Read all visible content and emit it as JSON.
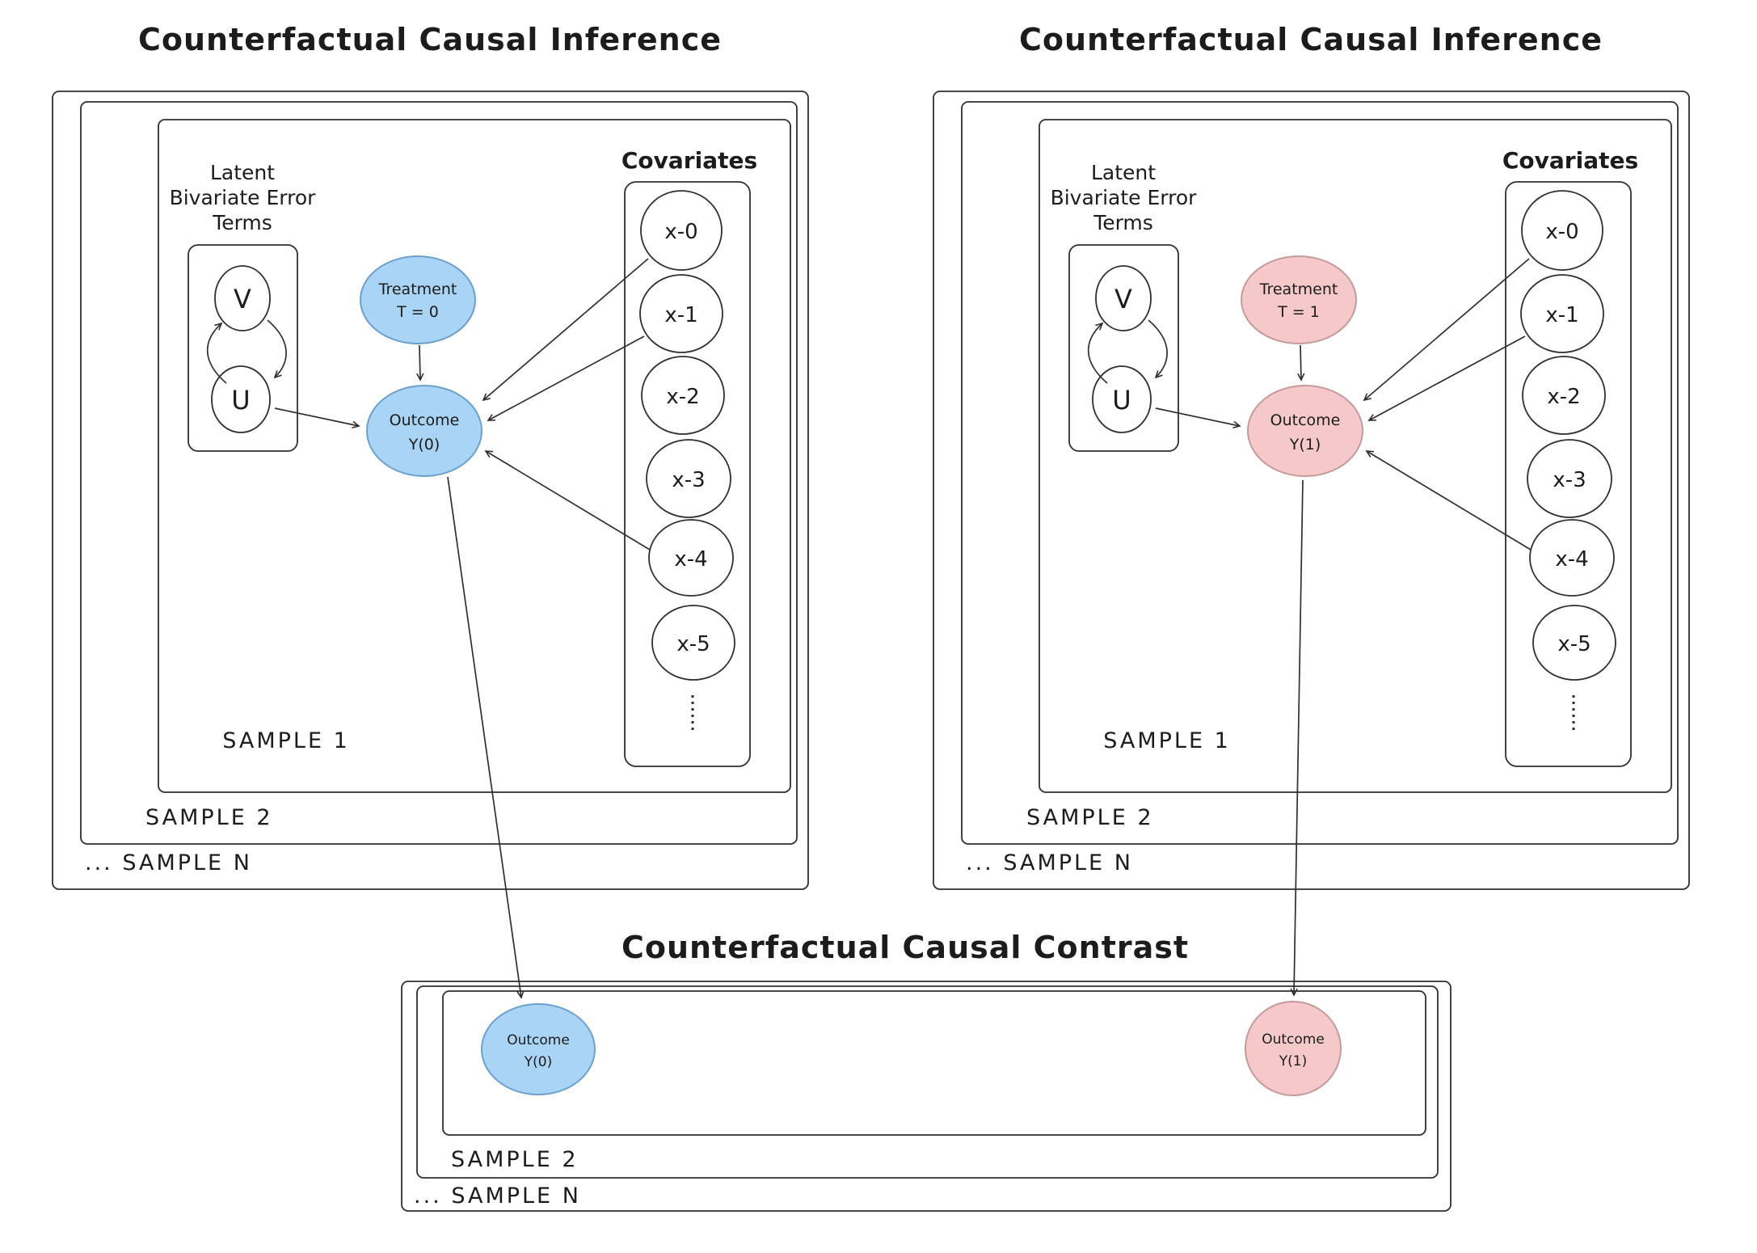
{
  "titles": {
    "left": "Counterfactual Causal Inference",
    "right": "Counterfactual Causal Inference",
    "contrast": "Counterfactual Causal Contrast"
  },
  "panel_left": {
    "latent_label": [
      "Latent",
      "Bivariate Error",
      "Terms"
    ],
    "nodes": {
      "v": "V",
      "u": "U",
      "treatment": [
        "Treatment",
        "T = 0"
      ],
      "outcome": [
        "Outcome",
        "Y(0)"
      ]
    },
    "covariates": {
      "label": "Covariates",
      "items": [
        "x-0",
        "x-1",
        "x-2",
        "x-3",
        "x-4",
        "x-5"
      ]
    },
    "samples": [
      "SAMPLE 1",
      "SAMPLE 2",
      "... SAMPLE N"
    ]
  },
  "panel_right": {
    "latent_label": [
      "Latent",
      "Bivariate Error",
      "Terms"
    ],
    "nodes": {
      "v": "V",
      "u": "U",
      "treatment": [
        "Treatment",
        "T = 1"
      ],
      "outcome": [
        "Outcome",
        "Y(1)"
      ]
    },
    "covariates": {
      "label": "Covariates",
      "items": [
        "x-0",
        "x-1",
        "x-2",
        "x-3",
        "x-4",
        "x-5"
      ]
    },
    "samples": [
      "SAMPLE 1",
      "SAMPLE 2",
      "... SAMPLE N"
    ]
  },
  "contrast": {
    "outcome_left": [
      "Outcome",
      "Y(0)"
    ],
    "outcome_right": [
      "Outcome",
      "Y(1)"
    ],
    "samples": [
      "SAMPLE 2",
      "... SAMPLE N"
    ]
  },
  "colors": {
    "blue_fill": "#aad4f6",
    "blue_stroke": "#6ba0ce",
    "pink_fill": "#f5c9c9",
    "pink_stroke": "#c59a9a",
    "line_stroke": "#2f2f2f",
    "text": "#1c1c1c",
    "background": "#ffffff"
  }
}
